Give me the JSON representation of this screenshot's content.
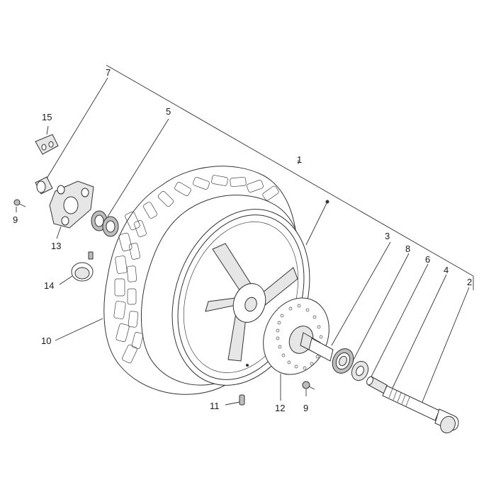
{
  "diagram": {
    "callouts": [
      {
        "id": "c7",
        "label": "7"
      },
      {
        "id": "c15",
        "label": "15"
      },
      {
        "id": "c5",
        "label": "5"
      },
      {
        "id": "c1",
        "label": "1"
      },
      {
        "id": "c9a",
        "label": "9"
      },
      {
        "id": "c13",
        "label": "13"
      },
      {
        "id": "c14",
        "label": "14"
      },
      {
        "id": "c10",
        "label": "10"
      },
      {
        "id": "c3",
        "label": "3"
      },
      {
        "id": "c8",
        "label": "8"
      },
      {
        "id": "c6",
        "label": "6"
      },
      {
        "id": "c4",
        "label": "4"
      },
      {
        "id": "c2",
        "label": "2"
      },
      {
        "id": "c11",
        "label": "11"
      },
      {
        "id": "c12",
        "label": "12"
      },
      {
        "id": "c9b",
        "label": "9"
      }
    ]
  }
}
